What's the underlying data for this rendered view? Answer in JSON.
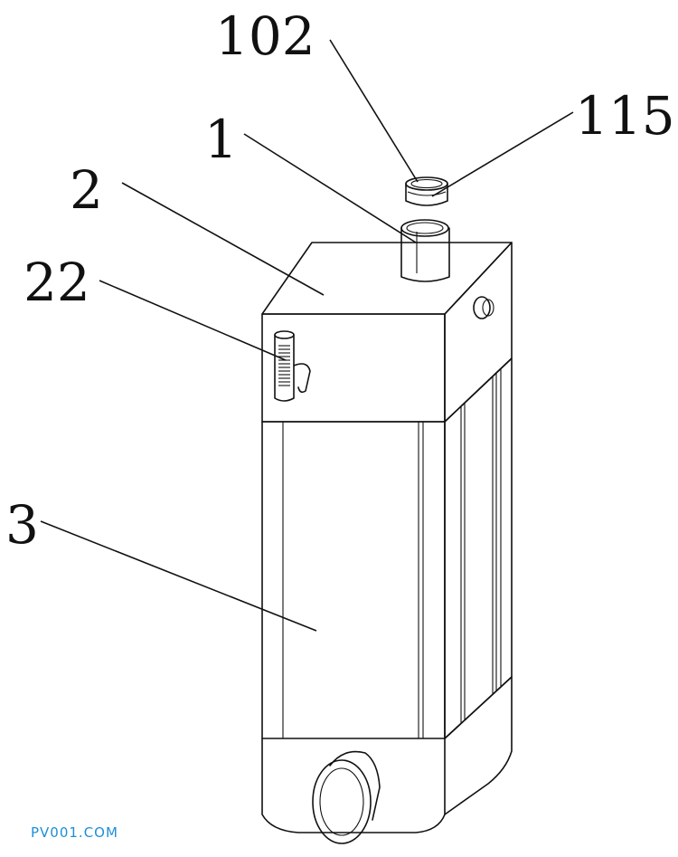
{
  "figure": {
    "labels": {
      "l102": "102",
      "l115": "115",
      "l1": "1",
      "l2": "2",
      "l22": "22",
      "l3": "3"
    },
    "watermark": "PV001.COM",
    "colors": {
      "line": "#111111",
      "watermark": "#1e8fd6",
      "background": "#ffffff"
    }
  }
}
